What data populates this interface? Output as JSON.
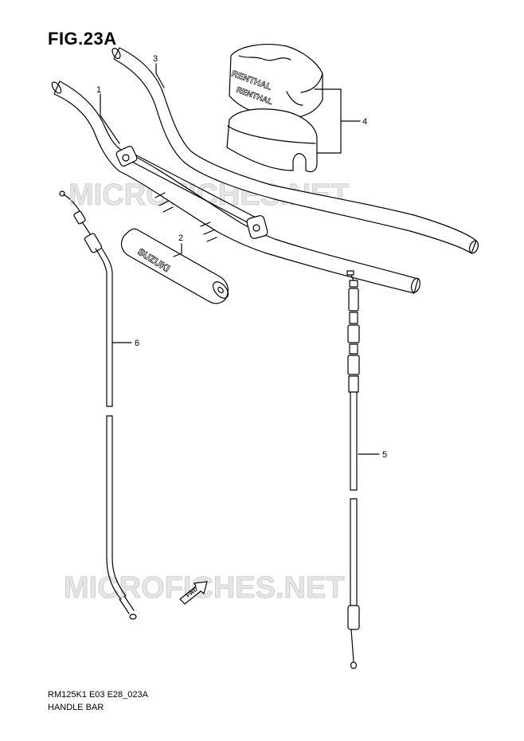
{
  "figure": {
    "title": "FIG.23A",
    "code": "RM125K1 E03 E28_023A",
    "name": "HANDLE BAR"
  },
  "watermark": {
    "text": "MICROFICHES.NET"
  },
  "parts": [
    {
      "ref": "1"
    },
    {
      "ref": "2"
    },
    {
      "ref": "3"
    },
    {
      "ref": "4"
    },
    {
      "ref": "5"
    },
    {
      "ref": "6"
    }
  ],
  "part_text": {
    "pad_brand": "SUZUKI",
    "clamp_brand_top": "RENTHAL",
    "clamp_brand_side": "RENTHAL",
    "direction_marker": "FWD"
  },
  "colors": {
    "line": "#000000",
    "watermark_fill": "#e6e6e6",
    "watermark_stroke": "#c8c8c8",
    "background": "#ffffff"
  }
}
